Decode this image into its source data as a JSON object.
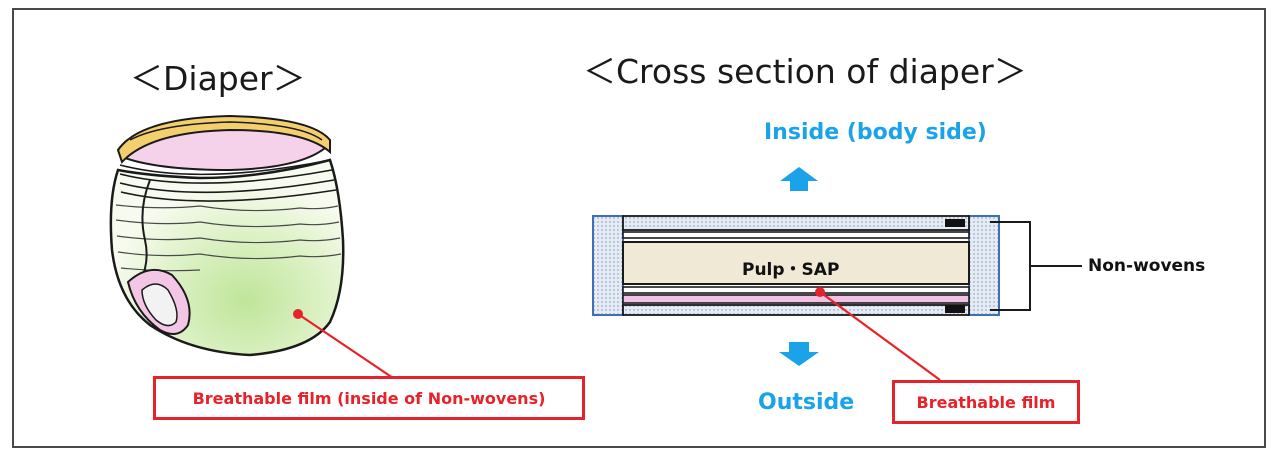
{
  "left_panel": {
    "title": "＜Diaper＞",
    "callout_label": "Breathable film (inside of Non-wovens)"
  },
  "right_panel": {
    "title": "＜Cross section of diaper＞",
    "inside_label": "Inside (body side)",
    "outside_label": "Outside",
    "core_label": "Pulp・SAP",
    "nonwovens_label": "Non-wovens",
    "callout_label": "Breathable film"
  },
  "colors": {
    "callout_red": "#e8222a",
    "direction_blue": "#1aa3e8",
    "diaper_waistband": "#f4cf6e",
    "diaper_green": "#d6efb4",
    "diaper_pink": "#f3c6e6",
    "core_fill": "#efe9d6",
    "film_pink": "#f2c2e6",
    "edge_blue": "#3f6fb5"
  }
}
